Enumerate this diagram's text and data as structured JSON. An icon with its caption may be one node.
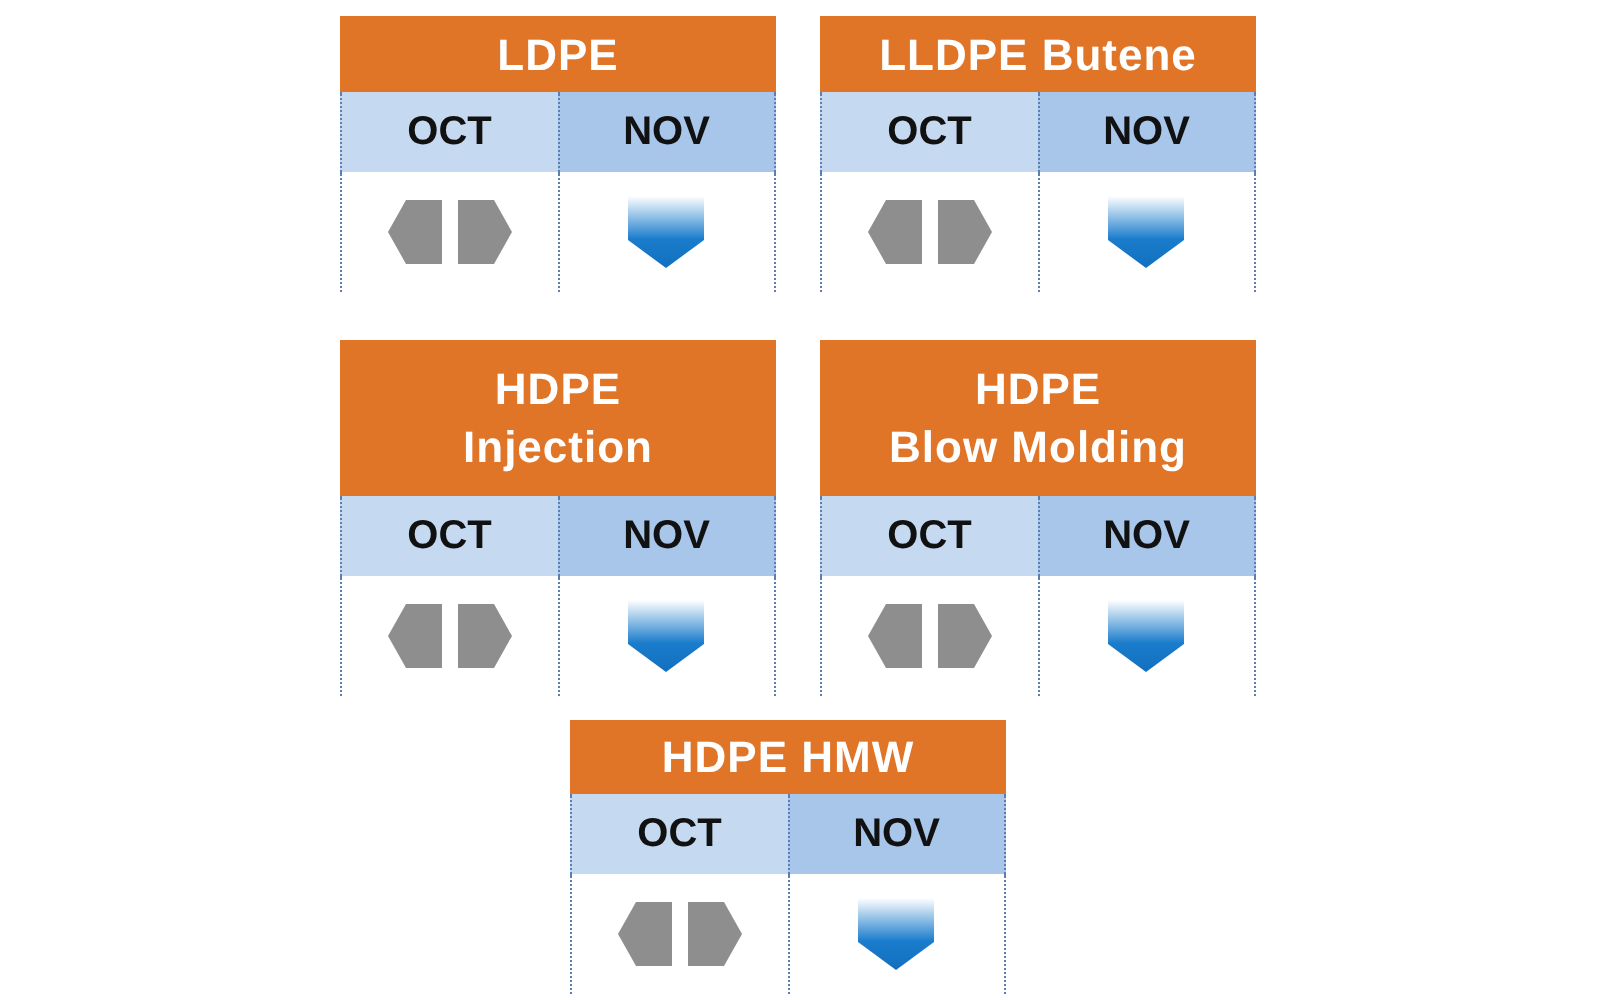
{
  "diagram": {
    "nodes": [
      {
        "text": [
          "LDPE"
        ]
      },
      {
        "text": [
          "OCT"
        ]
      },
      {
        "text": [
          "NOV"
        ]
      },
      {
        "text": [],
        "shape": "arrows"
      },
      {
        "text": [],
        "shape": "arrow"
      },
      {
        "text": [
          "LLDPE Butene"
        ]
      },
      {
        "text": [
          "OCT"
        ]
      },
      {
        "text": [
          "NOV"
        ]
      },
      {
        "text": [],
        "shape": "arrows"
      },
      {
        "text": [],
        "shape": "arrow"
      },
      {
        "text": [
          "HDPE Injection"
        ]
      },
      {
        "text": [
          "OCT"
        ]
      },
      {
        "text": [
          "NOV"
        ]
      },
      {
        "text": [],
        "shape": "arrows"
      },
      {
        "text": [],
        "shape": "arrow"
      },
      {
        "text": [
          "HDPE Blow Molding"
        ]
      },
      {
        "text": [
          "OCT"
        ]
      },
      {
        "text": [
          "NOV"
        ]
      },
      {
        "text": [],
        "shape": "arrows"
      },
      {
        "text": [],
        "shape": "arrow"
      },
      {
        "text": [
          "HDPE HMW"
        ]
      },
      {
        "text": [
          "OCT"
        ]
      },
      {
        "text": [
          "NOV"
        ]
      },
      {
        "text": [],
        "shape": "arrows"
      },
      {
        "text": [],
        "shape": "arrow"
      }
    ],
    "edges": []
  }
}
